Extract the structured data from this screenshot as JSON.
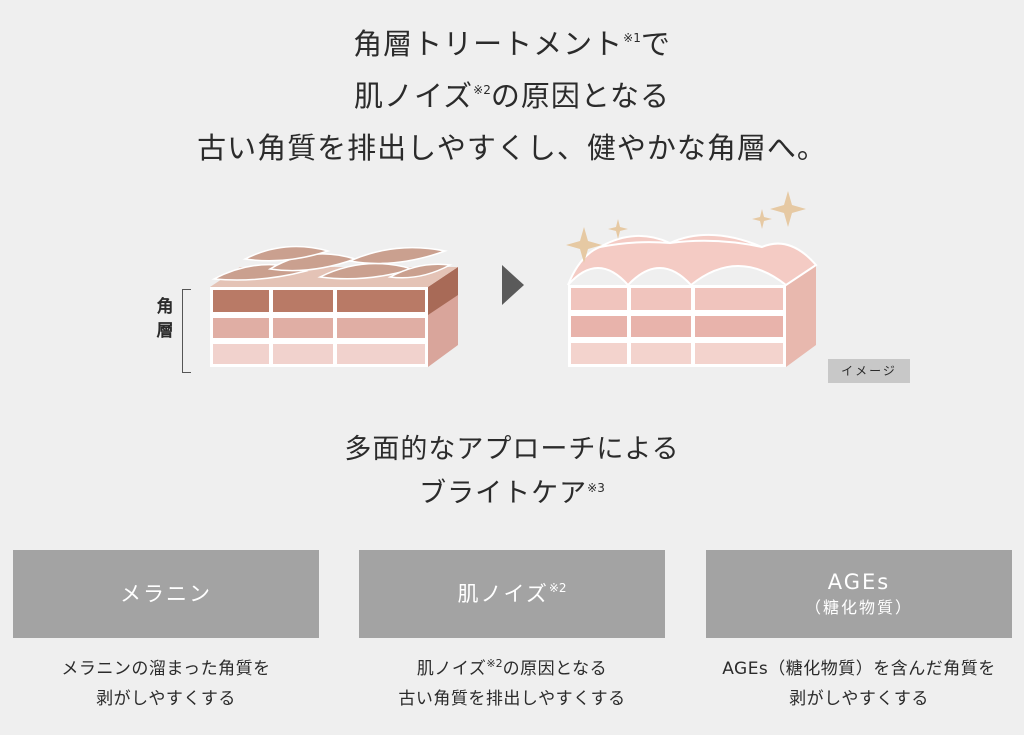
{
  "headline": {
    "line1_text": "角層トリートメント",
    "line1_note": "※1",
    "line1_suffix": "で",
    "line2_text": "肌ノイズ",
    "line2_note": "※2",
    "line2_suffix": "の原因となる",
    "line3": "古い角質を排出しやすくし、健やかな角層へ。"
  },
  "illustration": {
    "layer_label": [
      "角",
      "層"
    ],
    "image_badge": "イメージ"
  },
  "subhead": {
    "line1": "多面的なアプローチによる",
    "line2_text": "ブライトケア",
    "line2_note": "※3"
  },
  "cards": [
    {
      "title": "メラニン",
      "desc_line1": "メラニンの溜まった角質を",
      "desc_line2": "剥がしやすくする"
    },
    {
      "title": "肌ノイズ",
      "title_note": "※2",
      "desc_line1_text": "肌ノイズ",
      "desc_line1_note": "※2",
      "desc_line1_suffix": "の原因となる",
      "desc_line2": "古い角質を排出しやすくする"
    },
    {
      "title": "AGEs",
      "subtitle": "（糖化物質）",
      "desc_line1": "AGEs（糖化物質）を含んだ角質を",
      "desc_line2": "剥がしやすくする"
    }
  ],
  "colors": {
    "background": "#efefef",
    "card_header": "#a3a3a3",
    "arrow": "#5a5a5a",
    "sparkle": "#e6c9a3",
    "layer_dark": "#b97a66",
    "layer_mid": "#e0aea4",
    "layer_light": "#f1d2cd"
  }
}
